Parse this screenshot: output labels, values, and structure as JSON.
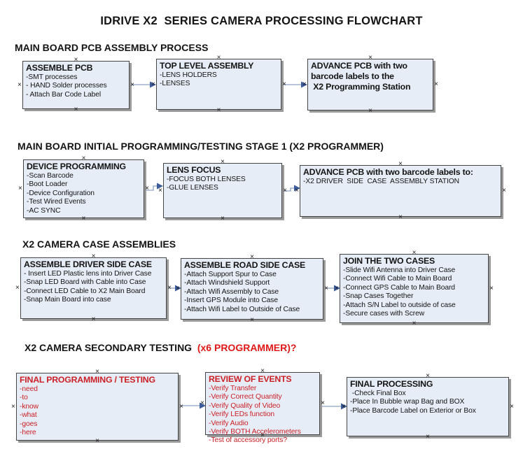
{
  "page_title": "IDRIVE X2  SERIES CAMERA PROCESSING FLOWCHART",
  "glyphs": {
    "anchor": "×"
  },
  "colors": {
    "box_fill": "#e7edf6",
    "box_border": "#454545",
    "box_shadow": "#9a9a9a",
    "red_text": "#cb2026",
    "heading_red": "#e01818",
    "connector_line": "#8da2c4",
    "connector_arrow": "#3d5c9c",
    "text": "#141414"
  },
  "sections": [
    {
      "heading": "MAIN BOARD PCB ASSEMBLY PROCESS",
      "heading_red": "",
      "boxes": [
        {
          "title": "ASSEMBLE PCB",
          "items": [
            "-SMT processes",
            "- HAND Solder processes",
            "- Attach Bar Code Label"
          ]
        },
        {
          "title": "TOP LEVEL ASSEMBLY",
          "items": [
            "-LENS HOLDERS",
            "-LENSES"
          ]
        },
        {
          "title": "ADVANCE PCB with two\nbarcode labels to the\n X2 Programming Station",
          "items": []
        }
      ]
    },
    {
      "heading": "MAIN BOARD INITIAL PROGRAMMING/TESTING STAGE 1 (X2 PROGRAMMER)",
      "heading_red": "",
      "boxes": [
        {
          "title": "DEVICE PROGRAMMING",
          "items": [
            "-Scan Barcode",
            "-Boot Loader",
            "-Device Configuration",
            "-Test Wired Events",
            "-AC SYNC"
          ]
        },
        {
          "title": "LENS FOCUS",
          "items": [
            "-FOCUS BOTH LENSES",
            "-GLUE LENSES"
          ]
        },
        {
          "title": "ADVANCE PCB with two barcode labels to:",
          "items": [
            "-X2 DRIVER  SIDE  CASE  ASSEMBLY STATION"
          ]
        }
      ]
    },
    {
      "heading": "X2 CAMERA CASE ASSEMBLIES",
      "heading_red": "",
      "boxes": [
        {
          "title": "ASSEMBLE DRIVER SIDE CASE",
          "items": [
            "- Insert LED Plastic lens into Driver Case",
            "-Snap LED Board with Cable into Case",
            "-Connect LED Cable to X2 Main Board",
            "-Snap Main Board into case"
          ]
        },
        {
          "title": "ASSEMBLE ROAD SIDE CASE",
          "items": [
            "-Attach Support Spur to Case",
            "-Attach Windshield Support",
            "-Attach Wifi Assembly to Case",
            "-Insert GPS Module into Case",
            "-Attach Wifi Label to Outside of Case"
          ]
        },
        {
          "title": "JOIN THE TWO CASES",
          "items": [
            "-Slide Wifi Antenna into Driver Case",
            "-Connect Wifi Cable to Main Board",
            "-Connect GPS Cable to Main Board",
            "-Snap Cases Together",
            "-Attach S/N Label to outside of case",
            "-Secure cases with Screw"
          ]
        }
      ]
    },
    {
      "heading": "X2 CAMERA SECONDARY TESTING  ",
      "heading_red": "(x6 PROGRAMMER)?",
      "boxes": [
        {
          "title": "FINAL PROGRAMMING / TESTING",
          "items": [
            "-need",
            "-to",
            "-know",
            "-what",
            "-goes",
            "-here"
          ]
        },
        {
          "title": "REVIEW OF EVENTS",
          "items": [
            "-Verify Transfer",
            "-Verify Correct Quantity",
            "-Verify Quality of Video",
            "-Verify LEDs function",
            "-Verify Audio",
            "-Verify BOTH Accelerometers",
            "-Test of accessory ports?"
          ]
        },
        {
          "title": "FINAL PROCESSING",
          "items": [
            " -Check Final Box",
            "-Place In Bubble wrap Bag and BOX",
            "-Place Barcode Label on Exterior or Box"
          ]
        }
      ]
    }
  ]
}
